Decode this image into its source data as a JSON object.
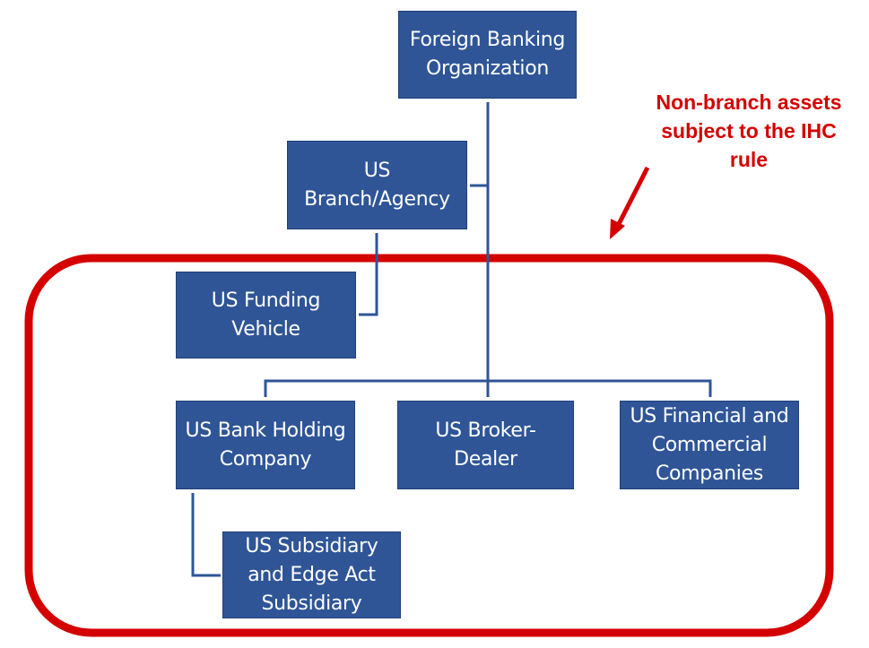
{
  "diagram": {
    "nodes": {
      "fbo": {
        "line1": "Foreign Banking",
        "line2": "Organization"
      },
      "branch": {
        "line1": "US",
        "line2": "Branch/Agency"
      },
      "funding": {
        "line1": "US Funding",
        "line2": "Vehicle"
      },
      "bhc": {
        "line1": "US Bank Holding",
        "line2": "Company"
      },
      "broker": {
        "line1": "US Broker-",
        "line2": "Dealer"
      },
      "financial": {
        "line1": "US Financial and",
        "line2": "Commercial",
        "line3": "Companies"
      },
      "subsidiary": {
        "line1": "US Subsidiary",
        "line2": "and Edge Act",
        "line3": "Subsidiary"
      }
    },
    "annotation": {
      "line1": "Non-branch assets",
      "line2": "subject to the IHC",
      "line3": "rule"
    },
    "colors": {
      "box_fill": "#2f5597",
      "connector": "#2f5597",
      "highlight": "#d40000",
      "text": "#ffffff"
    }
  }
}
